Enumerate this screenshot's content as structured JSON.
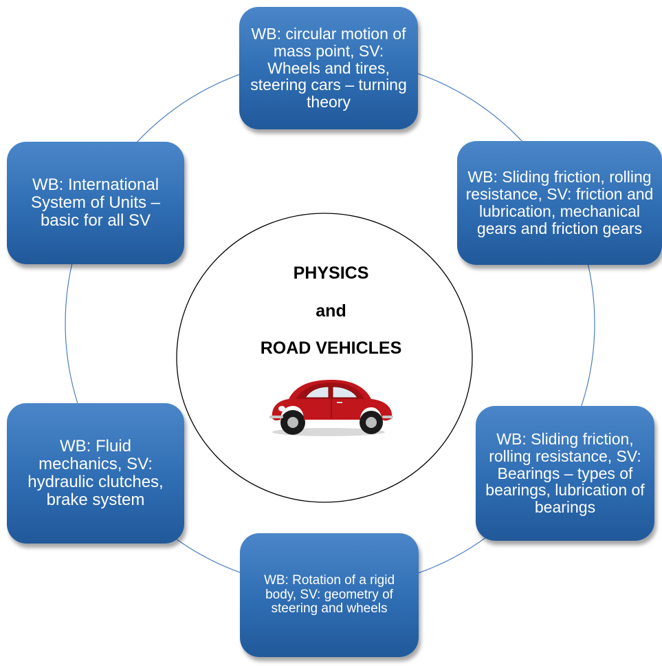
{
  "center": {
    "line1": "PHYSICS",
    "line2": "and",
    "line3": "ROAD VEHICLES",
    "image_icon": "red-car-icon"
  },
  "nodes": {
    "top": "WB: circular motion of mass point, SV: Wheels and tires, steering cars – turning theory",
    "upper_right": "WB: Sliding friction, rolling resistance, SV: friction and lubrication, mechanical gears and friction gears",
    "lower_right": "WB: Sliding friction, rolling resistance, SV: Bearings – types of bearings, lubrication of bearings",
    "bottom": "WB: Rotation of a rigid body, SV: geometry of steering and wheels",
    "lower_left": "WB: Fluid mechanics, SV: hydraulic clutches, brake system",
    "upper_left": "WB: International System of Units – basic for all SV"
  },
  "colors": {
    "node_fill": "#2f6db3",
    "ring": "#4a7fc0",
    "car_body": "#c0161c"
  }
}
